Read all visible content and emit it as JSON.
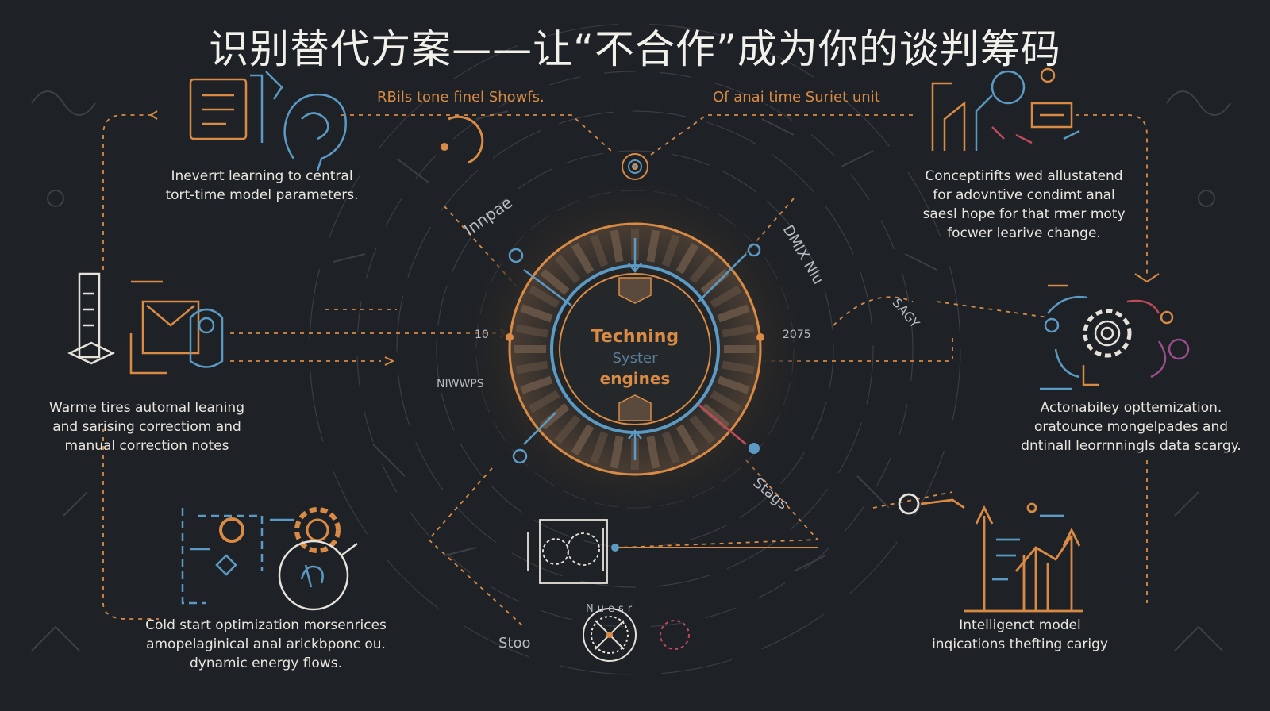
{
  "title": "识别替代方案——让“不合作”成为你的谈判筹码",
  "hub": {
    "line1": "Techning",
    "line2": "Syster",
    "line3": "engines"
  },
  "top_labels": {
    "left": "RBils tone finel Showfs.",
    "right": "Of anai time Suriet unit"
  },
  "small_labels": {
    "nwwps": "NIWWPS",
    "year": "2075",
    "num": "10",
    "innpae": "Innpae",
    "dmix": "DMIX Nlu",
    "sagy": "SAGY",
    "stags": "Stags",
    "stoo": "Stoo",
    "nuesr": "Nuesr"
  },
  "captions": {
    "top_left": [
      "Ineverrt learning to central",
      "tort-time model parameters."
    ],
    "top_right": [
      "Conceptirifts wed allustatend",
      "for adovntive condimt anal",
      "saesl hope for that rmer moty",
      "focwer learive change."
    ],
    "mid_left": [
      "Warme tires automal leaning",
      "and sarising correctiom and",
      "manual correction notes"
    ],
    "mid_right": [
      "Actonabiley opttemization.",
      "oratounce mongelpades and",
      "dntinall leorrnningls data scargy."
    ],
    "bottom_left": [
      "Cold start optimization morsenrices",
      "amopelaginical anal arickbponc ou.",
      "dynamic energy flows."
    ],
    "bottom_right": [
      "Intelligenct model",
      "inqications thefting carigy"
    ]
  },
  "colors": {
    "background": "#1e2125",
    "accent_orange": "#d98b45",
    "accent_blue": "#5b9ac4",
    "accent_red": "#c24a5a",
    "accent_purple": "#9a4c8c",
    "line_grey": "#4a4f56"
  },
  "icons": {
    "top_left": "document-brain-icon",
    "top_right": "analytics-tools-icon",
    "mid_left": "gauge-graduation-icon",
    "mid_right": "gear-network-icon",
    "bottom_left": "gear-flowchart-icon",
    "bottom_right": "bar-chart-growth-icon",
    "hub": "engine-ring-icon",
    "bottom_center": "compass-icon"
  }
}
